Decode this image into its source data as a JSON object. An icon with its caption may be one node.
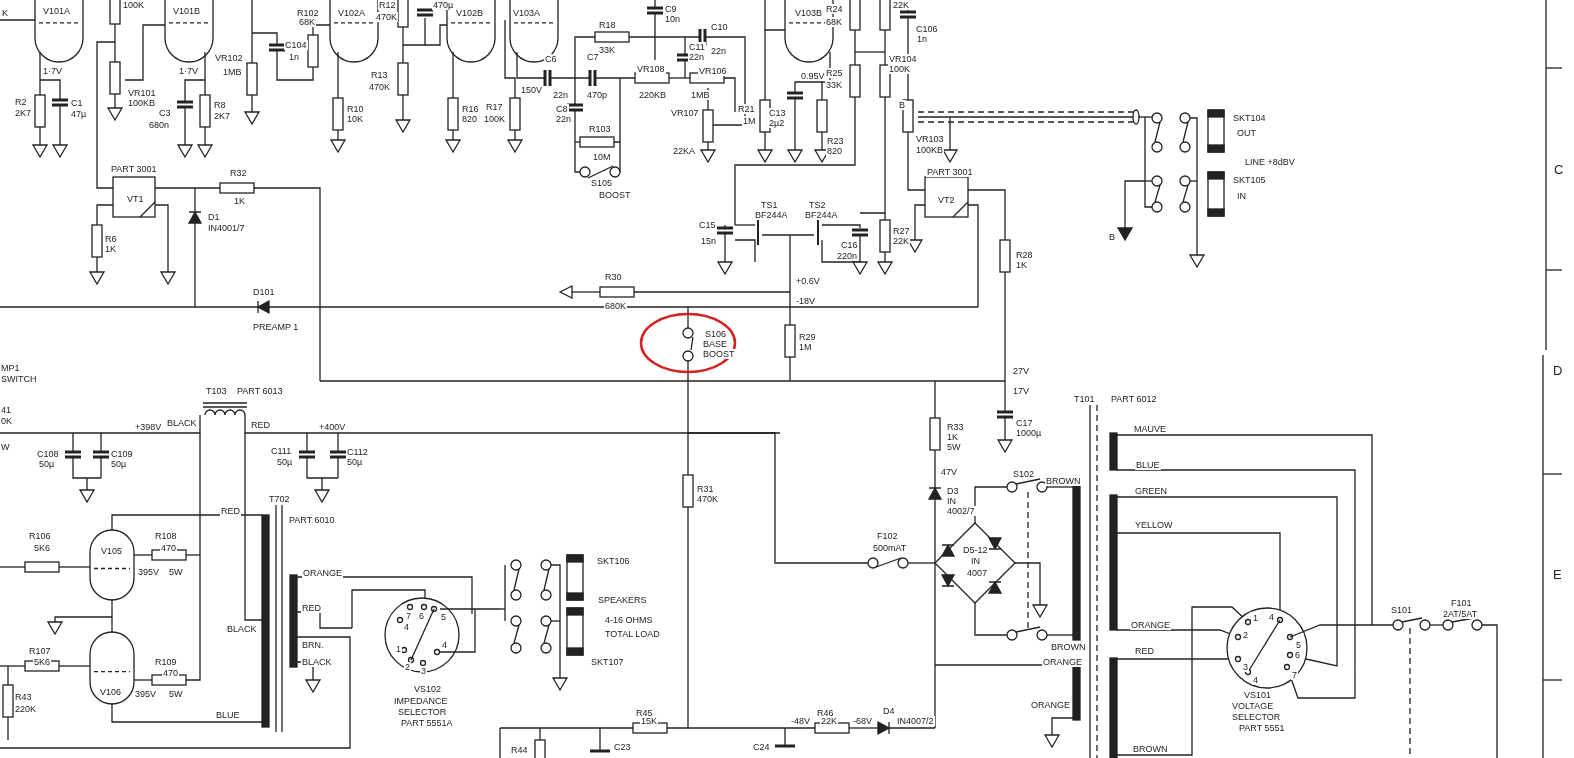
{
  "diagram": {
    "labels": [
      "K",
      "V101A",
      "100K",
      "V101B",
      "1·7V",
      "R2",
      "2K7",
      "C1",
      "47µ",
      "1·7V",
      "VR101",
      "100KB",
      "C3",
      "680n",
      "R8",
      "2K7",
      "VR102",
      "1MB",
      "R102",
      "68K",
      "C104",
      "1n",
      "V102A",
      "R12",
      "470K",
      "470µ",
      "V102B",
      "R13",
      "470K",
      "R10",
      "10K",
      "R16",
      "820",
      "R17",
      "100K",
      "V103A",
      "R18",
      "33K",
      "C9",
      "10n",
      "C10",
      "22n",
      "C6",
      "22n",
      "C7",
      "470p",
      "C11",
      "22n",
      "VR108",
      "VR106",
      "150V",
      "220KB",
      "1MB",
      "C8",
      "22n",
      "VR107",
      "22KA",
      "R21",
      "1M",
      "R103",
      "10M",
      "S105",
      "BOOST",
      "V103B",
      "R24",
      "68K",
      "22K",
      "C106",
      "1n",
      "VR104",
      "100K",
      "B",
      "R25",
      "33K",
      "0.95V",
      "C13",
      "2µ2",
      "R23",
      "820",
      "VR103",
      "100KB",
      "SKT104",
      "OUT",
      "LINE +8dBV",
      "C",
      "SKT105",
      "IN",
      "PART 3001",
      "R32",
      "1K",
      "PART 3001",
      "TS1",
      "BF244A",
      "TS2",
      "BF244A",
      "VT1",
      "VT2",
      "D1",
      "IN4001/7",
      "R6",
      "1K",
      "C15",
      "15n",
      "C16",
      "220n",
      "R27",
      "22K",
      "B",
      "R28",
      "1K",
      "R30",
      "680K",
      "+0.6V",
      "-18V",
      "D101",
      "PREAMP 1",
      "S106",
      "BASE",
      "BOOST",
      "R29",
      "1M",
      "D",
      "MP1",
      "SWITCH",
      "27V",
      "T103",
      "PART 6013",
      "17V",
      "41",
      "0K",
      "T101",
      "PART 6012",
      "C17",
      "1000µ",
      "R33",
      "1K",
      "5W",
      "+398V",
      "BLACK",
      "RED",
      "+400V",
      "MAUVE",
      "W",
      "C108",
      "50µ",
      "C109",
      "50µ",
      "C111",
      "50µ",
      "C112",
      "50µ",
      "BLUE",
      "47V",
      "S102",
      "BROWN",
      "D3",
      "IN",
      "4002/7",
      "GREEN",
      "T702",
      "RED",
      "PART 6010",
      "R31",
      "470K",
      "YELLOW",
      "R106",
      "R108",
      "F102",
      "5K6",
      "V105",
      "470",
      "500mAT",
      "D5-12",
      "SKT106",
      "IN",
      "395V",
      "5W",
      "ORANGE",
      "4007",
      "E",
      "F101",
      "2AT/5AT",
      "S101",
      "SPEAKERS",
      "RED",
      "ORANGE",
      "4-16 OHMS",
      "TOTAL LOAD",
      "BLACK",
      "BRN.",
      "BROWN",
      "R107",
      "RED",
      "5K6",
      "R109",
      "BLACK",
      "SKT107",
      "ORANGE",
      "470",
      "V106",
      "395V",
      "5W",
      "R43",
      "220K",
      "VS102",
      "IMPEDANCE",
      "SELECTOR",
      "PART 5551A",
      "VS101",
      "VOLTAGE",
      "SELECTOR",
      "PART 5551",
      "R45",
      "15K",
      "-48V",
      "R46",
      "22K",
      "-68V",
      "D4",
      "IN4007/2",
      "ORANGE",
      "BLUE",
      "R44",
      "C23",
      "C24",
      "BROWN",
      "7",
      "6",
      "5",
      "4",
      "1",
      "2",
      "3",
      "4",
      "1",
      "4",
      "2",
      "5",
      "3",
      "6",
      "4",
      "7"
    ]
  }
}
